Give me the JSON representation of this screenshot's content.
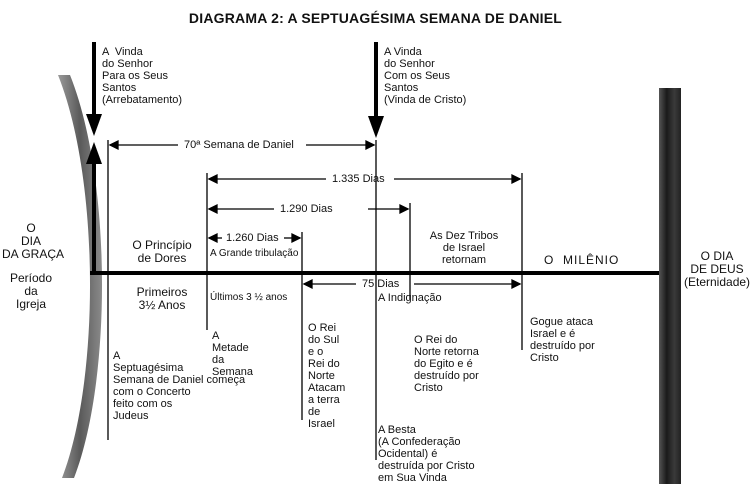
{
  "title": "DIAGRAMA 2:   A SEPTUAGÉSIMA SEMANA DE DANIEL",
  "left": {
    "dia_da_graca": "O\nDIA\nDA GRAÇA",
    "periodo": "Período\nda\nIgreja"
  },
  "right": {
    "dia_de_deus": "O DIA\nDE DEUS\n(Eternidade)",
    "milenio": "O  MILÊNIO"
  },
  "top": {
    "vinda_para": "A  Vinda\ndo Senhor\nPara os Seus\nSantos\n(Arrebatamento)",
    "vinda_com": "A Vinda\ndo Senhor\nCom os Seus\nSantos\n(Vinda de Cristo)"
  },
  "spans": {
    "semana": "70ª Semana de Daniel",
    "dias_1335": "1.335 Dias",
    "dias_1290": "1.290 Dias",
    "dias_1260": "1.260 Dias",
    "dias_75": "75 Dias"
  },
  "labels": {
    "principio": "O Princípio\nde Dores",
    "primeiros": "Primeiros\n3½ Anos",
    "grande_tribulacao": "A Grande tribulação",
    "ultimos": "Últimos 3 ½ anos",
    "indignacao": "A Indignação",
    "dez_tribos": "As Dez Tribos\nde Israel\nretornam",
    "septuagesima": "A\nSeptuagésima\nSemana de Daniel começa\ncom o Concerto\nfeito com os\nJudeus",
    "metade": "A\nMetade\nda\nSemana",
    "rei_sul": "O Rei\ndo Sul\ne o\nRei do\nNorte\nAtacam\na terra\nde\nIsrael",
    "rei_norte": "O Rei do\nNorte retorna\ndo Egito e é\ndestruído por\nCristo",
    "gogue": "Gogue ataca\nIsrael e é\ndestruído por\nCristo",
    "besta": "A Besta\n(A Confederação\nOcidental) é\ndestruída por Cristo\nem Sua Vinda"
  }
}
